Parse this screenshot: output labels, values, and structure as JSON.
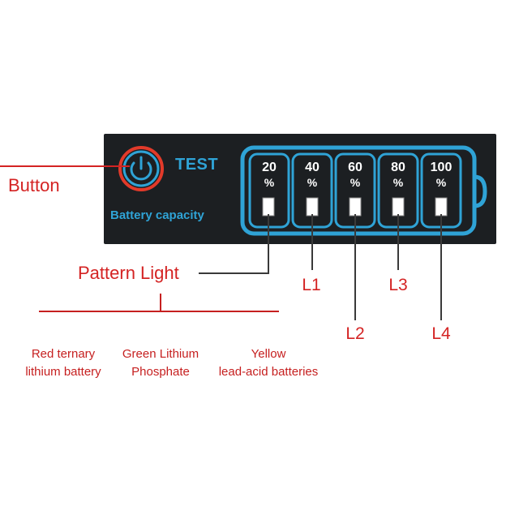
{
  "panel": {
    "test_label": "TEST",
    "capacity_label": "Battery capacity",
    "levels": [
      {
        "value": "20",
        "unit": "%"
      },
      {
        "value": "40",
        "unit": "%"
      },
      {
        "value": "60",
        "unit": "%"
      },
      {
        "value": "80",
        "unit": "%"
      },
      {
        "value": "100",
        "unit": "%"
      }
    ]
  },
  "callouts": {
    "button": "Button",
    "pattern_light": "Pattern Light",
    "l1": "L1",
    "l2": "L2",
    "l3": "L3",
    "l4": "L4"
  },
  "notes": [
    {
      "line1": "Red ternary",
      "line2": "lithium battery"
    },
    {
      "line1": "Green Lithium",
      "line2": "Phosphate"
    },
    {
      "line1": "Yellow",
      "line2": "lead-acid batteries"
    }
  ],
  "colors": {
    "panel": "#1c1f22",
    "accent_blue": "#2fa3d6",
    "callout_red": "#d42323",
    "power_ring_red": "#e23a2a"
  },
  "icons": [
    "power-icon"
  ]
}
